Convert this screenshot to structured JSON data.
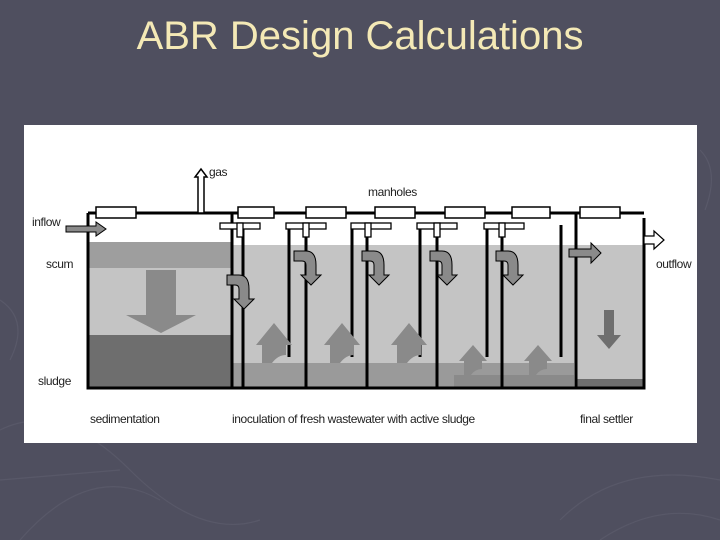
{
  "slide": {
    "title": "ABR Design Calculations",
    "background_color": "#4f4f5f",
    "title_color": "#f4e9b6"
  },
  "diagram": {
    "labels": {
      "gas": "gas",
      "manholes": "manholes",
      "inflow": "inflow",
      "scum": "scum",
      "sludge": "sludge",
      "outflow": "outflow",
      "sedimentation": "sedimentation",
      "inoculation": "inoculation of fresh wastewater with active sludge",
      "final_settler": "final settler"
    },
    "colors": {
      "water": "#c4c4c4",
      "scum_layer": "#9e9e9e",
      "sludge_layer": "#6e6e6e",
      "arrow": "#8a8a8a",
      "wall": "#000000"
    }
  }
}
